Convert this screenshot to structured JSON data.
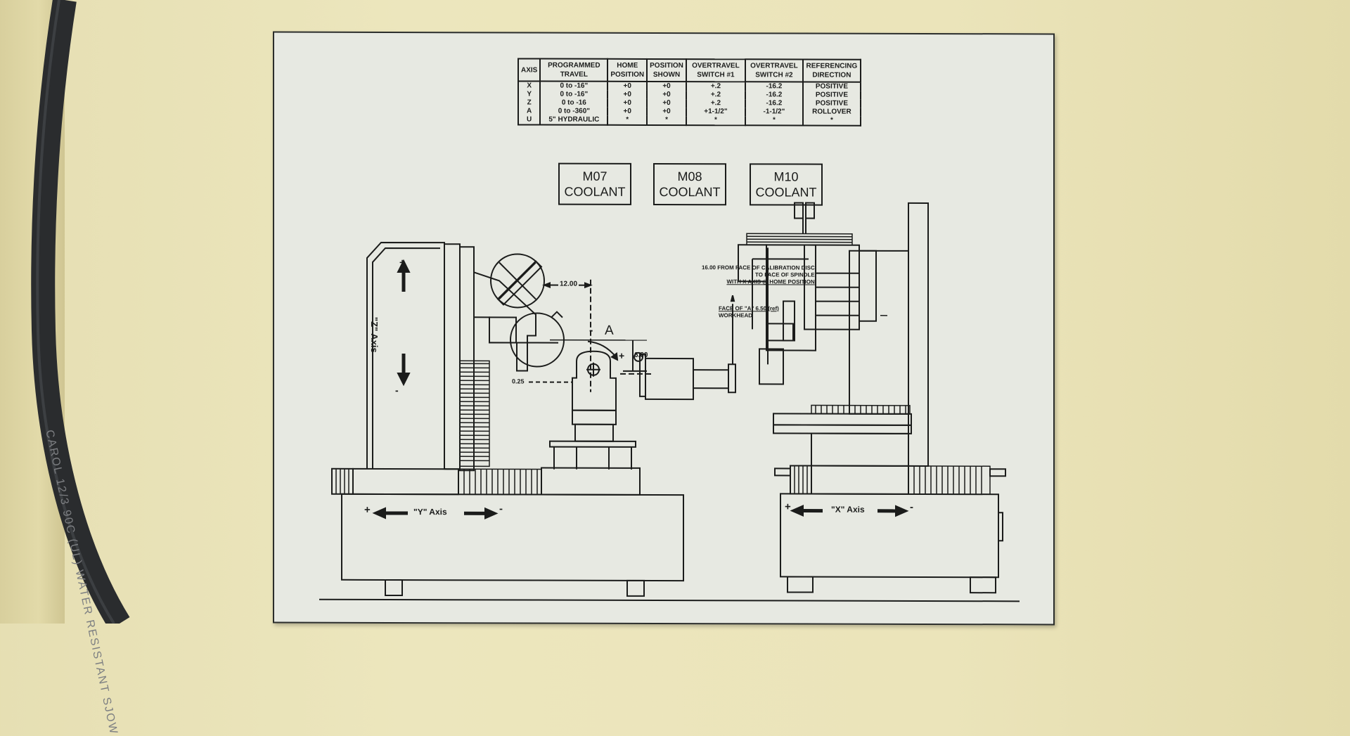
{
  "table": {
    "headers": [
      "AXIS",
      "PROGRAMMED TRAVEL",
      "HOME POSITION",
      "POSITION SHOWN",
      "OVERTRAVEL SWITCH #1",
      "OVERTRAVEL SWITCH #2",
      "REFERENCING DIRECTION"
    ],
    "rows": [
      [
        "X",
        "0 to -16\"",
        "+0",
        "+0",
        "+.2",
        "-16.2",
        "POSITIVE"
      ],
      [
        "Y",
        "0 to -16\"",
        "+0",
        "+0",
        "+.2",
        "-16.2",
        "POSITIVE"
      ],
      [
        "Z",
        "0 to -16",
        "+0",
        "+0",
        "+.2",
        "-16.2",
        "POSITIVE"
      ],
      [
        "A",
        "0 to -360\"",
        "+0",
        "+0",
        "+1-1/2\"",
        "-1-1/2\"",
        "ROLLOVER"
      ],
      [
        "U",
        "5\" HYDRAULIC",
        "*",
        "*",
        "*",
        "*",
        "*"
      ]
    ]
  },
  "coolant_boxes": [
    {
      "code": "M07",
      "label": "COOLANT"
    },
    {
      "code": "M08",
      "label": "COOLANT"
    },
    {
      "code": "M10",
      "label": "COOLANT"
    }
  ],
  "drawing_labels": {
    "z_axis": "\"Z\" Axis",
    "z_plus": "+",
    "z_minus": "-",
    "y_axis": "\"Y\" Axis",
    "y_plus": "+",
    "y_minus": "-",
    "x_axis": "\"X\" Axis",
    "x_plus": "+",
    "x_minus": "-",
    "dim_12": "12.00",
    "a_label": "A",
    "a_minus": "-",
    "a_plus": "+",
    "dim_600": "6.00",
    "dim_025": "0.25",
    "calib_note_1": "16.00 FROM FACE OF CALIBRATION DISC",
    "calib_note_2": "TO FACE OF SPINDLE",
    "calib_note_3": "WITH X AXIS @ HOME POSITION",
    "face_note_1": "FACE OF \"A\" 6.50 (ref)",
    "face_note_2": "WORKHEAD"
  },
  "cable_text": "CAROL 12/3 90C (UL) WATER RESISTANT SJOW",
  "colors": {
    "wall": "#ebe4ba",
    "plate": "#e7e9e2",
    "ink": "#1b1c1b",
    "cable": "#2a2c2e"
  }
}
